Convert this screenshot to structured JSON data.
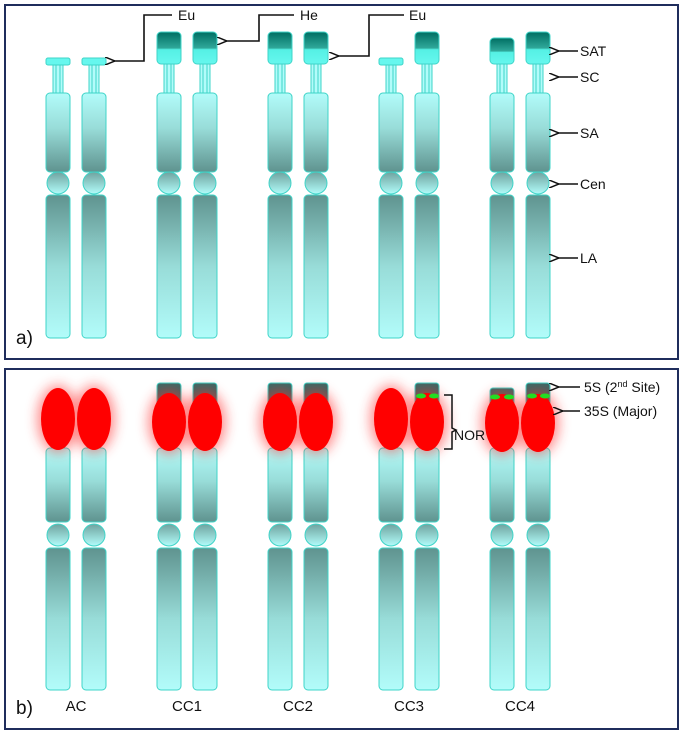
{
  "figure": {
    "panel_a": {
      "label": "a)",
      "top_annotations": [
        {
          "text": "Eu",
          "target_pair": 1
        },
        {
          "text": "He",
          "target_pair": 2
        },
        {
          "text": "Eu",
          "target_pair": 3
        }
      ],
      "side_labels": [
        "SAT",
        "SC",
        "SA",
        "Cen",
        "LA"
      ]
    },
    "panel_b": {
      "label": "b)",
      "pair_labels": [
        "AC",
        "CC1",
        "CC2",
        "CC3",
        "CC4"
      ],
      "bracket_label": "NOR",
      "side_labels": {
        "five_s_main": "5S (2",
        "five_s_sup": "nd",
        "five_s_rest": " Site)",
        "thirty_five_s": "35S (Major)"
      }
    },
    "colors": {
      "border": "#1f2d5c",
      "chromosome_light": "#b2fcfa",
      "chromosome_dark": "#5f938f",
      "chromosome_outline": "#3fd4c8",
      "satellite_dark": "#006e62",
      "signal_35s": "#ff0000",
      "signal_5s": "#22dd22"
    }
  }
}
